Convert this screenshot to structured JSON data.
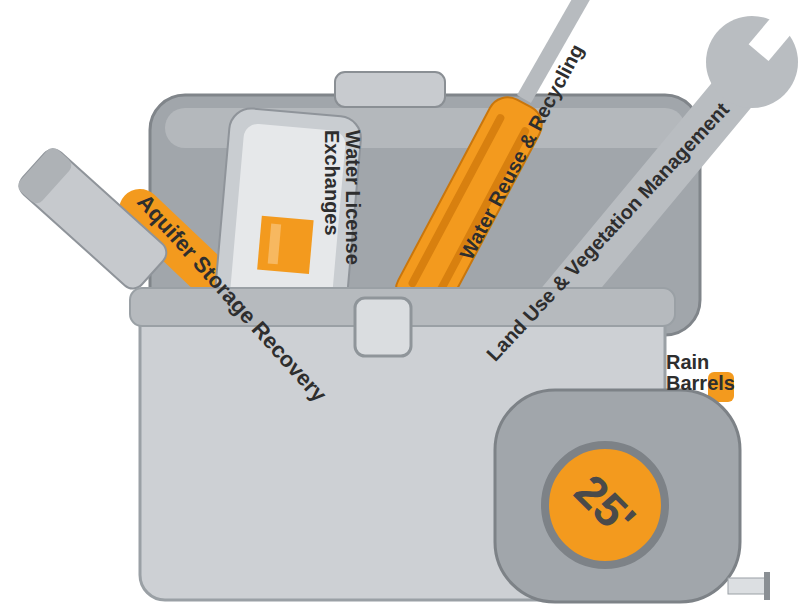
{
  "diagram": {
    "labels": [
      "Aquifer Storage Recovery",
      "Water License Exchanges",
      "Water Reuse & Recycling",
      "Land Use & Vegetation Management",
      "Rain Barrels",
      "25'"
    ]
  }
}
